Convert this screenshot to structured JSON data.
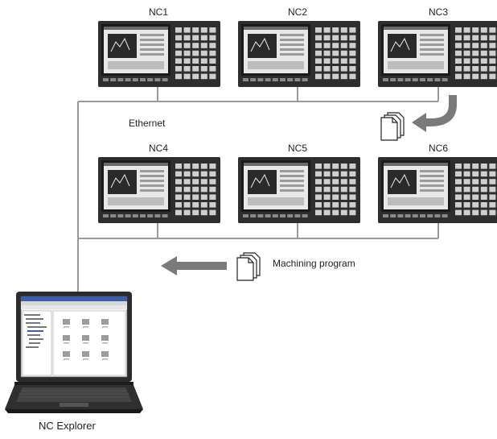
{
  "nodes": [
    {
      "label": "NC1"
    },
    {
      "label": "NC2"
    },
    {
      "label": "NC3"
    },
    {
      "label": "NC4"
    },
    {
      "label": "NC5"
    },
    {
      "label": "NC6"
    }
  ],
  "network_label": "Ethernet",
  "program_label": "Machining program",
  "pc_label": "NC Explorer",
  "colors": {
    "panel_body": "#2e2e2e",
    "panel_bezel": "#1a1a1a",
    "screen_bg": "#e8e8e8",
    "key": "#cfcfcf",
    "line": "#9a9a9a",
    "arrow": "#7a7a7a",
    "laptop_body": "#2b2b2b"
  },
  "icons": {
    "nc_unit": "cnc-control-panel-icon",
    "documents": "stacked-documents-icon",
    "arrow": "curved-transfer-arrow-icon",
    "laptop": "laptop-icon"
  }
}
